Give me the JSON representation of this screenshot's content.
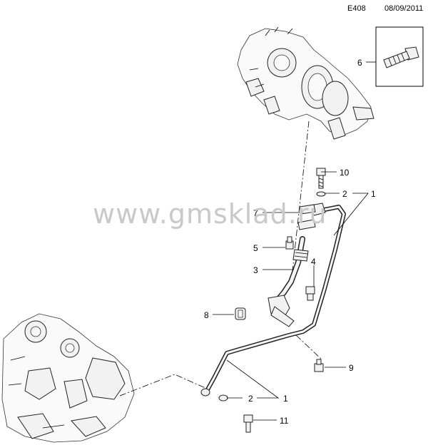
{
  "header": {
    "diagram_code": "E408",
    "date": "08/09/2011"
  },
  "watermark": "www.gmsklad.ru",
  "callouts": {
    "c1a": "1",
    "c1b": "1",
    "c2a": "2",
    "c2b": "2",
    "c3": "3",
    "c4": "4",
    "c5": "5",
    "c6": "6",
    "c7": "7",
    "c8": "8",
    "c9": "9",
    "c10": "10",
    "c11": "11"
  }
}
